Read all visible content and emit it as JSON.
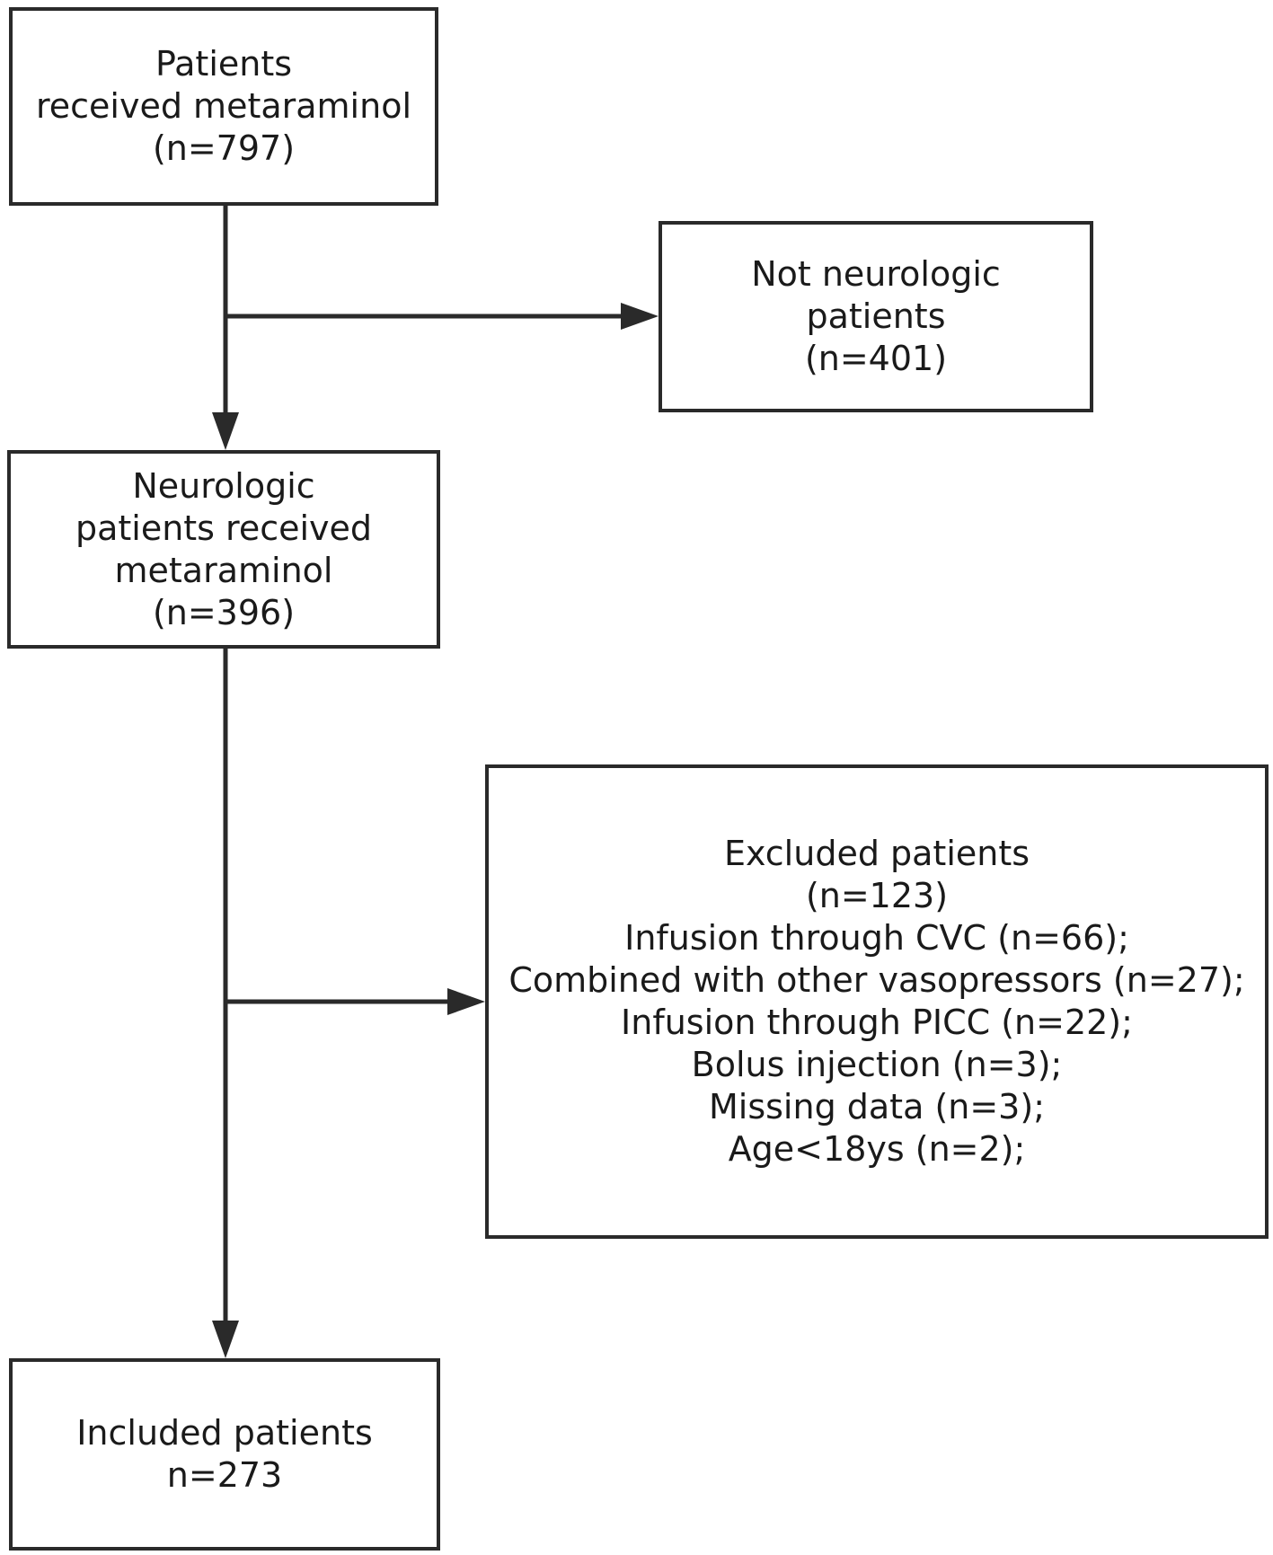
{
  "nodes": {
    "start": {
      "lines": [
        "Patients",
        "received metaraminol",
        "(n=797)"
      ]
    },
    "not_neurologic": {
      "lines": [
        "Not neurologic",
        "patients",
        "(n=401)"
      ]
    },
    "neurologic": {
      "lines": [
        "Neurologic",
        "patients received",
        "metaraminol",
        "(n=396)"
      ]
    },
    "excluded": {
      "lines": [
        "Excluded patients",
        "(n=123)",
        "Infusion through CVC (n=66);",
        "Combined with other vasopressors (n=27);",
        "Infusion through PICC (n=22);",
        "Bolus injection (n=3);",
        "Missing data (n=3);",
        "Age<18ys (n=2);"
      ]
    },
    "included": {
      "lines": [
        "Included patients",
        "n=273"
      ]
    }
  },
  "edges": [
    {
      "from": "start",
      "to": "neurologic"
    },
    {
      "from": "start",
      "to": "not_neurologic"
    },
    {
      "from": "neurologic",
      "to": "included"
    },
    {
      "from": "neurologic",
      "to": "excluded"
    }
  ],
  "colors": {
    "line": "#2a2a2a",
    "text": "#1a1a1a",
    "background": "#ffffff"
  }
}
